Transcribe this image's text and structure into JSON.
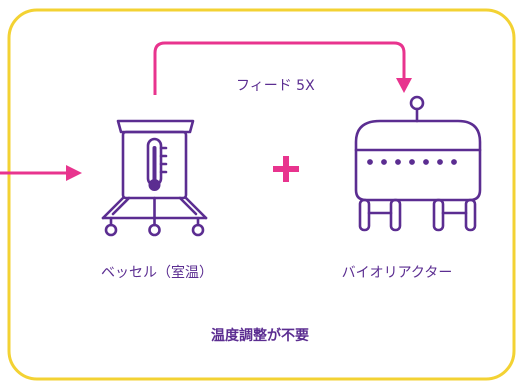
{
  "diagram": {
    "feed_label": "フィード 5X",
    "vessel_label": "ベッセル（室温）",
    "reactor_label": "バイオリアクター",
    "note": "温度調整が不要",
    "plus_symbol": "+"
  },
  "colors": {
    "frame": "#f3d233",
    "arrow": "#e8348e",
    "equipment": "#5b2d91",
    "text": "#5b2d91"
  },
  "icons": {
    "vessel": "vessel-with-thermometer-icon",
    "reactor": "bioreactor-icon",
    "plus": "plus-icon"
  }
}
